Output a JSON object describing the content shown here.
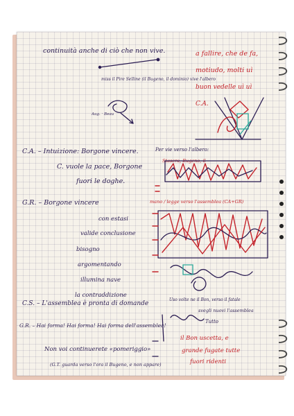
{
  "lines": {
    "l1": "continuità anche di ciò che non vive.",
    "l2": "miss il Pire Selline (il Bugeno, il dominio) vive l'albero",
    "l3": "Aug. · Beau",
    "l4": "C.A. – Intuizione: Borgone vincere.",
    "l5": "C. vuole la pace, Borgone",
    "l6": "fuori le doghe.",
    "l7": "G.R. – Borgone vincere",
    "l8": "con estasi",
    "l9": "valide conclusione",
    "l10": "bisogno",
    "l11": "argomentando",
    "l12": "illumina nave",
    "l13": "la contraddizione",
    "l14": "C.S. – L'assemblea è pronta di domande",
    "l15": "G.R. – Hai forma! Hai forma! Hai forma dell'assemblea!",
    "l16": "Non voi continuerete «pomeriggio»",
    "l17": "(G.T. guarda verso l'ora il Bugeno, e non appare)"
  },
  "red_notes": {
    "r1": "a fallire, che de fa,",
    "r2": "motiudo, molti uì",
    "r3": "buon vedelle uì uì",
    "r4": "C.A.",
    "r5": "Per vie verso l'albero:",
    "r6": "Stasera, Bugeno, il",
    "r7": "mano / legge verso l'assemblea (CA+GR)",
    "r8": "il Bon uscetta, e",
    "r9": "grande fugate tutte",
    "r10": "fuori ridenti",
    "b1": "Uso volte ne il Bon, verso il fatale",
    "b2": "svegli nuovi l'assemblea",
    "b3": "Tutto"
  }
}
